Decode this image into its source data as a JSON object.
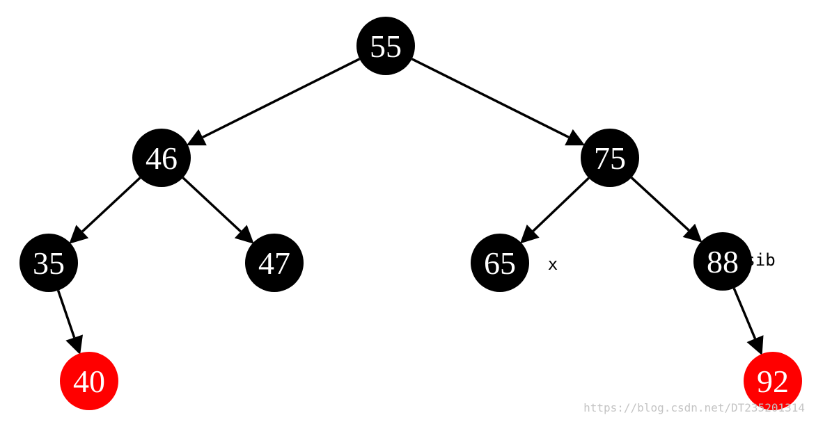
{
  "tree": {
    "colors": {
      "black": "#000000",
      "red": "#ff0000",
      "label": "#ffffff",
      "edge": "#000000"
    },
    "nodes": [
      {
        "id": "n55",
        "label": "55",
        "color": "black"
      },
      {
        "id": "n46",
        "label": "46",
        "color": "black"
      },
      {
        "id": "n75",
        "label": "75",
        "color": "black"
      },
      {
        "id": "n35",
        "label": "35",
        "color": "black"
      },
      {
        "id": "n47",
        "label": "47",
        "color": "black"
      },
      {
        "id": "n65",
        "label": "65",
        "color": "black"
      },
      {
        "id": "n88",
        "label": "88",
        "color": "black"
      },
      {
        "id": "n40",
        "label": "40",
        "color": "red"
      },
      {
        "id": "n92",
        "label": "92",
        "color": "red"
      }
    ],
    "edges": [
      {
        "from": "n55",
        "to": "n46"
      },
      {
        "from": "n55",
        "to": "n75"
      },
      {
        "from": "n46",
        "to": "n35"
      },
      {
        "from": "n46",
        "to": "n47"
      },
      {
        "from": "n75",
        "to": "n65"
      },
      {
        "from": "n75",
        "to": "n88"
      },
      {
        "from": "n35",
        "to": "n40"
      },
      {
        "from": "n88",
        "to": "n92"
      }
    ],
    "annotations": [
      {
        "node": "n65",
        "text": "x"
      },
      {
        "node": "n88",
        "text": "sib"
      }
    ]
  },
  "watermark": "https://blog.csdn.net/DT235201314"
}
